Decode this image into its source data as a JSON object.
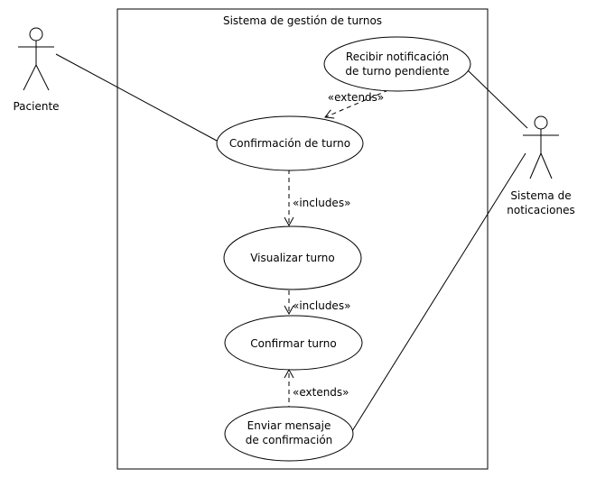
{
  "system": {
    "title": "Sistema de gestión de turnos"
  },
  "actors": {
    "paciente": {
      "label": "Paciente"
    },
    "notificaciones": {
      "label_line1": "Sistema de",
      "label_line2": "noticaciones"
    }
  },
  "use_cases": {
    "recibir": {
      "line1": "Recibir notificación",
      "line2": "de turno pendiente"
    },
    "confirmacion": {
      "label": "Confirmación de turno"
    },
    "visualizar": {
      "label": "Visualizar turno"
    },
    "confirmar": {
      "label": "Confirmar turno"
    },
    "enviar": {
      "line1": "Enviar mensaje",
      "line2": "de confirmación"
    }
  },
  "relations": {
    "extends_recibir": "«extends»",
    "includes_visualizar": "«includes»",
    "includes_confirmar": "«includes»",
    "extends_enviar": "«extends»"
  }
}
